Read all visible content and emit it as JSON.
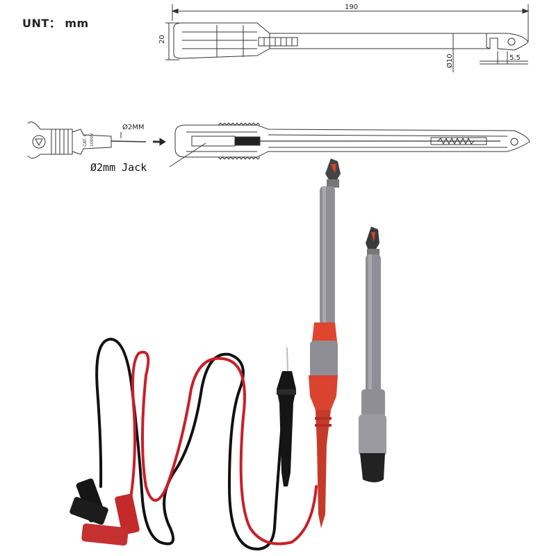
{
  "units_label": "UNT： mm",
  "dimensions": {
    "overall_length": "190",
    "body_height": "20",
    "hook_diameter": "Ø10",
    "hook_width": "5.5"
  },
  "plug_callout": {
    "pin_diameter": "Ø2MM",
    "jack_label": "Ø2mm Jack",
    "sleeve_marking_1": "CAT. II",
    "sleeve_marking_2": "1000V"
  },
  "colors": {
    "outline": "#333333",
    "probe_grey": "#8f8f95",
    "probe_grey_light": "#a9a9ae",
    "probe_red": "#d9432f",
    "lead_red": "#c8202a",
    "lead_black": "#111111"
  }
}
